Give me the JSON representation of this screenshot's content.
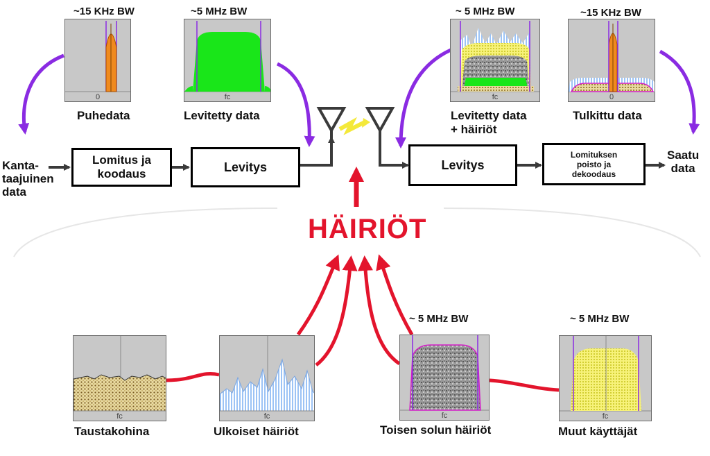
{
  "top_left": {
    "panel1": {
      "bw": "~15 KHz BW",
      "axis": "0",
      "caption": "Puhedata"
    },
    "panel2": {
      "bw": "~5 MHz BW",
      "axis": "fc",
      "caption": "Levitetty data"
    }
  },
  "top_right": {
    "panel3": {
      "bw": "~ 5 MHz BW",
      "axis": "fc",
      "caption_line1": "Levitetty data",
      "caption_line2": "+ häiriöt"
    },
    "panel4": {
      "bw": "~15  KHz BW",
      "axis": "0",
      "caption": "Tulkittu data"
    }
  },
  "chain": {
    "input_line1": "Kanta-",
    "input_line2": "taajuinen",
    "input_line3": "data",
    "box1_line1": "Lomitus ja",
    "box1_line2": "koodaus",
    "box2": "Levitys",
    "box3": "Levitys",
    "box4_line1": "Lomituksen",
    "box4_line2": "poisto ja",
    "box4_line3": "dekoodaus",
    "output_line1": "Saatu",
    "output_line2": "data"
  },
  "interference_title": "HÄIRIÖT",
  "bottom": {
    "panel5": {
      "axis": "fc",
      "caption": "Taustakohina"
    },
    "panel6": {
      "axis": "fc",
      "caption": "Ulkoiset häiriöt"
    },
    "panel7": {
      "bw": "~ 5 MHz BW",
      "axis": "fc",
      "caption": "Toisen solun häiriöt"
    },
    "panel8": {
      "bw": "~ 5 MHz BW",
      "axis": "fc",
      "caption": "Muut käyttäjät"
    }
  },
  "colors": {
    "panel_bg": "#c8c8c8",
    "interference_red": "#e3142c",
    "purple_arrow": "#8a2be2",
    "orange_signal": "#f08a1e",
    "green_spread": "#19e619",
    "yellow_users": "#f7f27a",
    "blue_external": "#9cc3f5"
  }
}
